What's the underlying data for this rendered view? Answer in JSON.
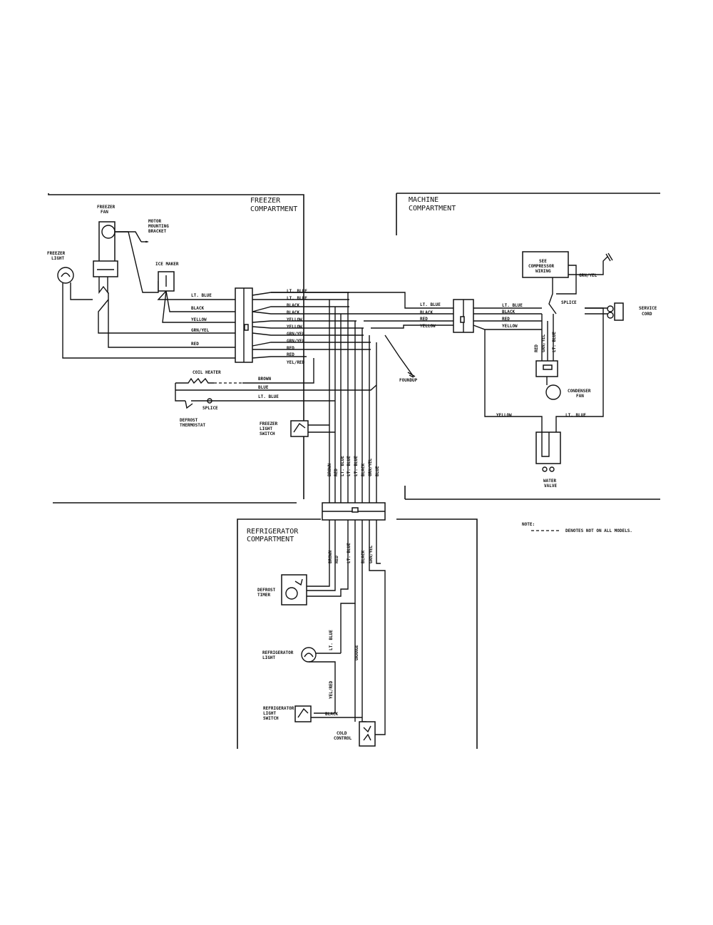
{
  "sections": {
    "freezer": [
      "FREEZER",
      "COMPARTMENT"
    ],
    "machine": [
      "MACHINE",
      "COMPARTMENT"
    ],
    "refrigerator": [
      "REFRIGERATOR",
      "COMPARTMENT"
    ]
  },
  "components": {
    "freezer_fan": [
      "FREEZER",
      "FAN"
    ],
    "motor_bracket": [
      "MOTOR",
      "MOUNTING",
      "BRACKET"
    ],
    "freezer_light": [
      "FREEZER",
      "LIGHT"
    ],
    "ice_maker": "ICE MAKER",
    "compressor_wiring": [
      "SEE",
      "COMPRESSOR",
      "WIRING"
    ],
    "service_cord": [
      "SERVICE",
      "CORD"
    ],
    "condenser_fan": [
      "CONDENSER",
      "FAN"
    ],
    "water_valve": [
      "WATER",
      "VALVE"
    ],
    "coil_heater": "COIL HEATER",
    "splice": "SPLICE",
    "defrost_thermostat": [
      "DEFROST",
      "THERMOSTAT"
    ],
    "freezer_light_switch": [
      "FREEZER",
      "LIGHT",
      "SWITCH"
    ],
    "defrost_timer": [
      "DEFROST",
      "TIMER"
    ],
    "refrigerator_light": [
      "REFRIGERATOR",
      "LIGHT"
    ],
    "refrigerator_light_switch": [
      "REFRIGERATOR",
      "LIGHT",
      "SWITCH"
    ],
    "cold_control": [
      "COLD",
      "CONTROL"
    ],
    "foundup": "FOUNDUP"
  },
  "wires": {
    "lt_blue": "LT. BLUE",
    "black": "BLACK",
    "yellow": "YELLOW",
    "grn_yel": "GRN/YEL",
    "red": "RED",
    "yel_red": "YEL/RED",
    "brown": "BROWN",
    "blue": "BLUE",
    "orange": "ORANGE"
  },
  "note": {
    "title": "NOTE:",
    "text": "DENOTES NOT ON ALL MODELS."
  }
}
